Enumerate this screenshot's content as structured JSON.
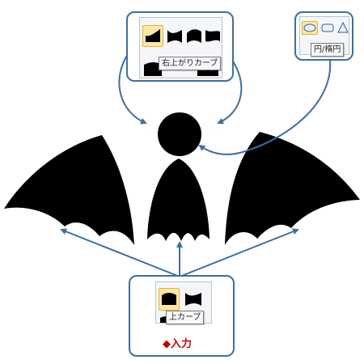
{
  "tooltips": {
    "top_left": "右上がりカーブ",
    "top_right": "円/楕円",
    "bottom": "上カーブ"
  },
  "input_label": "◆入力",
  "colors": {
    "arrow": "#3f6f9c",
    "callout_border": "#3f6f9c",
    "shape_fill": "#000000",
    "selected_bg": "#fde7a6",
    "input_label": "#c00000"
  },
  "icons": {
    "top_left": [
      "curve-up-right-icon-selected",
      "curve-icon-2",
      "curve-icon-3",
      "curve-icon-4"
    ],
    "top_right": [
      "ellipse-icon-selected",
      "rounded-rectangle-icon",
      "triangle-icon"
    ],
    "bottom": [
      "curve-up-icon-selected",
      "curve-icon-2"
    ]
  }
}
